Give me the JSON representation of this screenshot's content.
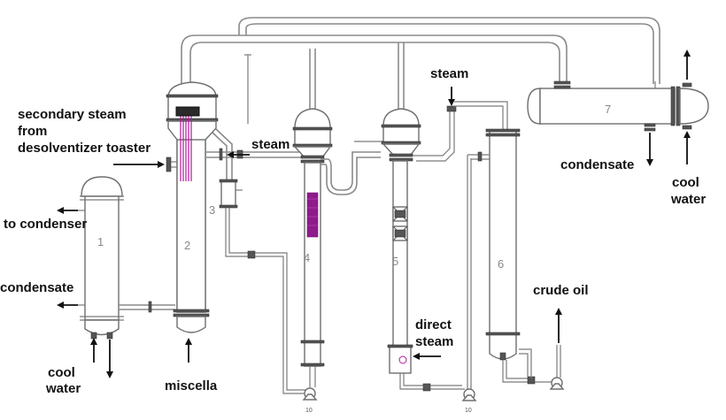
{
  "labels": {
    "secondary_steam_line1": "secondary steam",
    "secondary_steam_line2": "from",
    "secondary_steam_line3": "desolventizer toaster",
    "steam_top": "steam",
    "steam_mid": "steam",
    "to_condenser": "to condenser",
    "condensate_left": "condensate",
    "cool_left_1": "cool",
    "cool_left_2": "water",
    "miscella": "miscella",
    "direct_steam_1": "direct",
    "direct_steam_2": "steam",
    "crude_oil": "crude oil",
    "condensate_right": "condensate",
    "cool_right_1": "cool",
    "cool_right_2": "water"
  },
  "equipment_numbers": {
    "n1": "1",
    "n2": "2",
    "n3": "3",
    "n4": "4",
    "n5": "5",
    "n6": "6",
    "n7": "7",
    "pump_a": "10",
    "pump_b": "10"
  },
  "colors": {
    "pipe": "#8a8a8a",
    "label": "#111111",
    "accent_magenta": "#b0189a"
  }
}
